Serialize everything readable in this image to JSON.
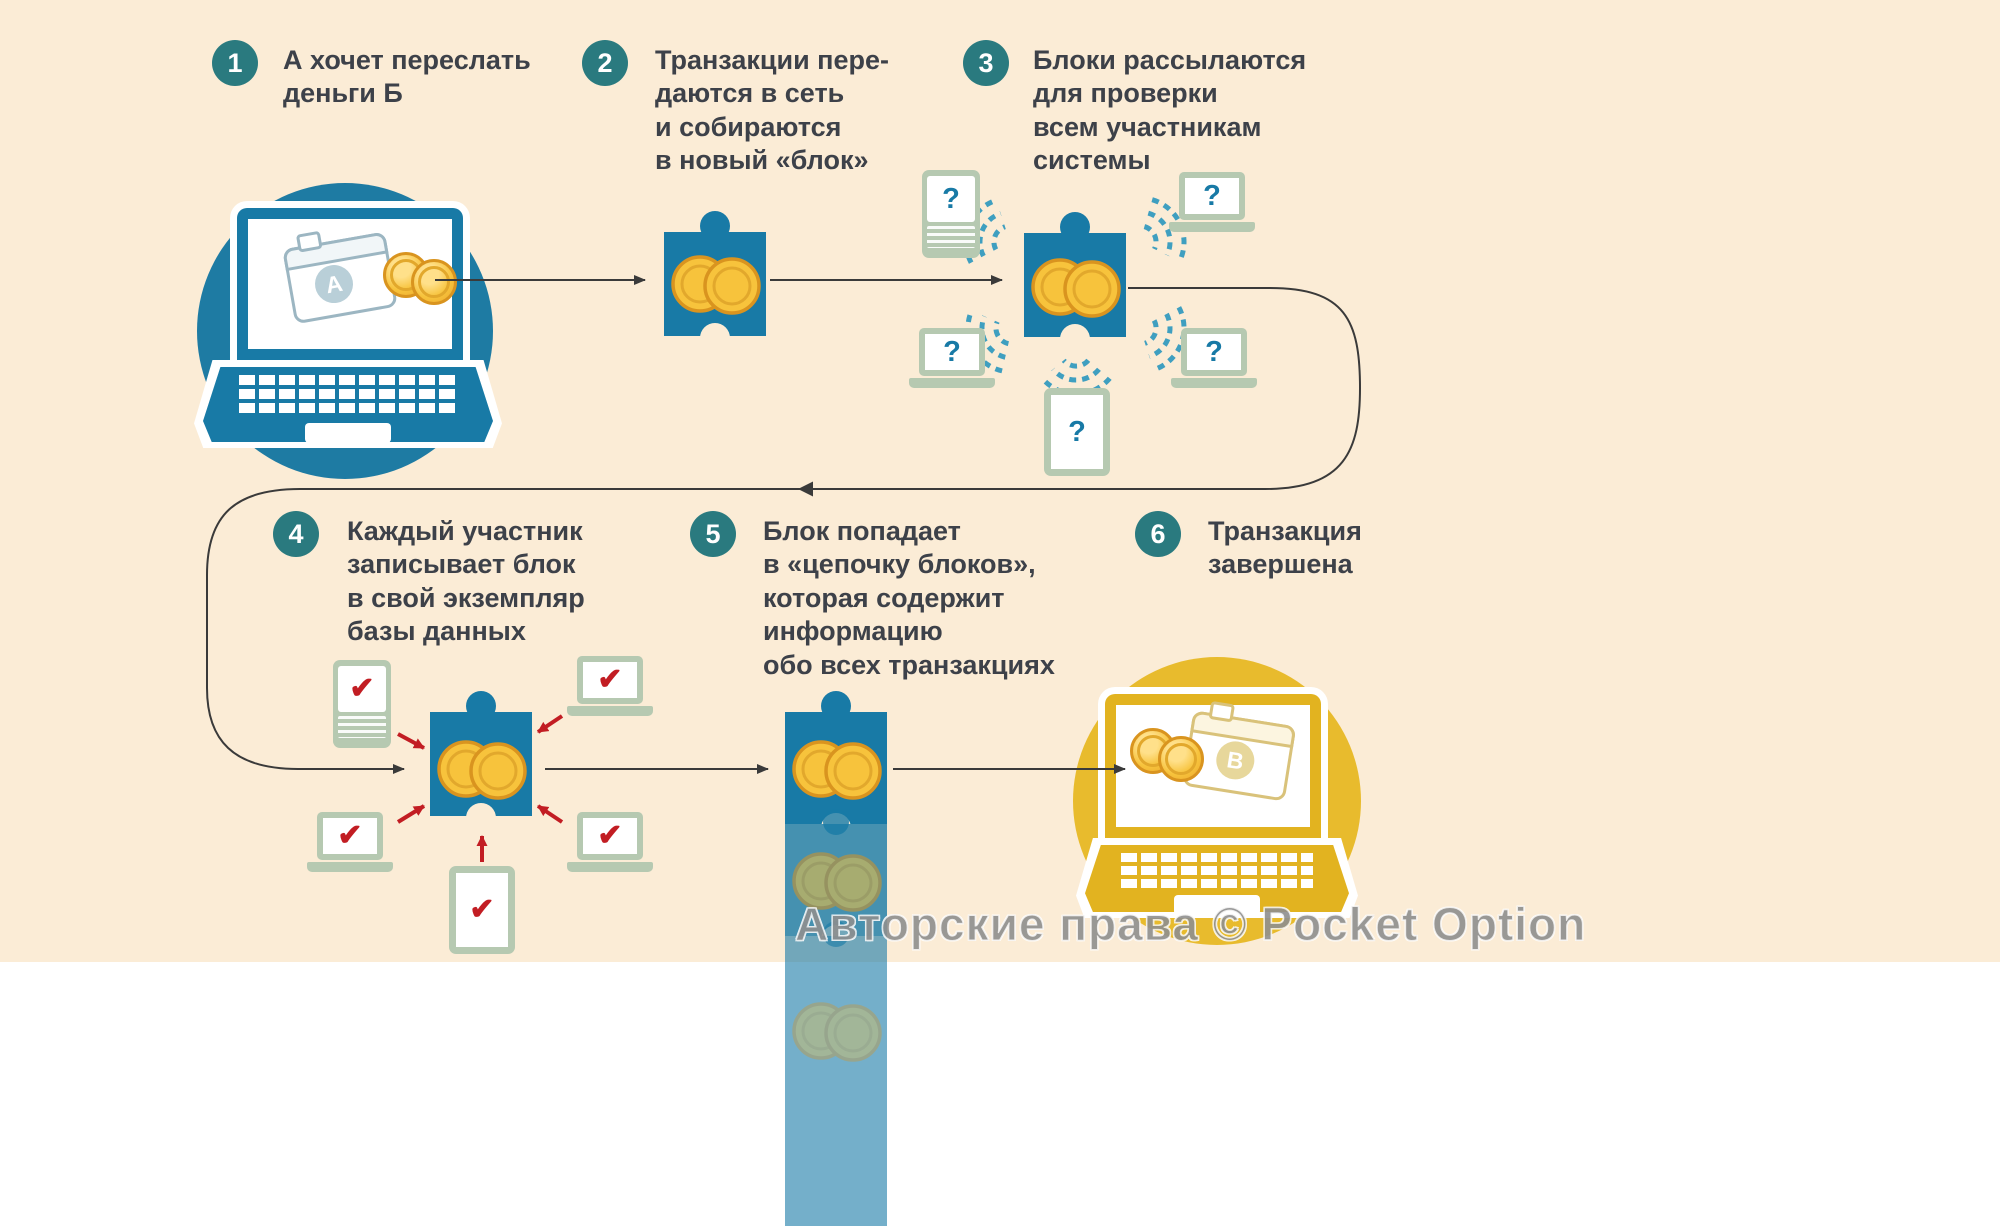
{
  "steps": [
    {
      "number": "1",
      "text": "А хочет переслать\nденьги Б"
    },
    {
      "number": "2",
      "text": "Транзакции пере-\nдаются в сеть\nи собираются\nв новый «блок»"
    },
    {
      "number": "3",
      "text": "Блоки рассылаются\nдля проверки\nвсем участникам\nсистемы"
    },
    {
      "number": "4",
      "text": "Каждый участник\nзаписывает блок\nв свой экземпляр\nбазы данных"
    },
    {
      "number": "5",
      "text": "Блок попадает\nв «цепочку блоков»,\nкоторая содержит\nинформацию\nобо всех транзакциях"
    },
    {
      "number": "6",
      "text": "Транзакция\nзавершена"
    }
  ],
  "glyphs": {
    "question": "?",
    "check": "✔"
  },
  "wallets": {
    "sender": "A",
    "receiver": "B"
  },
  "watermark": "Авторские права © Pocket Option",
  "colors": {
    "background_top": "#fbecd6",
    "background_bottom": "#ffffff",
    "teal": "#187aa6",
    "badge_teal": "#2a7a7f",
    "gold_coin": "#f7c33c",
    "gold_coin_border": "#d9941f",
    "yellow_laptop": "#e2b320",
    "device_green": "#b6c9b1",
    "check_red": "#c21d23",
    "text": "#3d4149",
    "arrow": "#3a3a3a"
  }
}
